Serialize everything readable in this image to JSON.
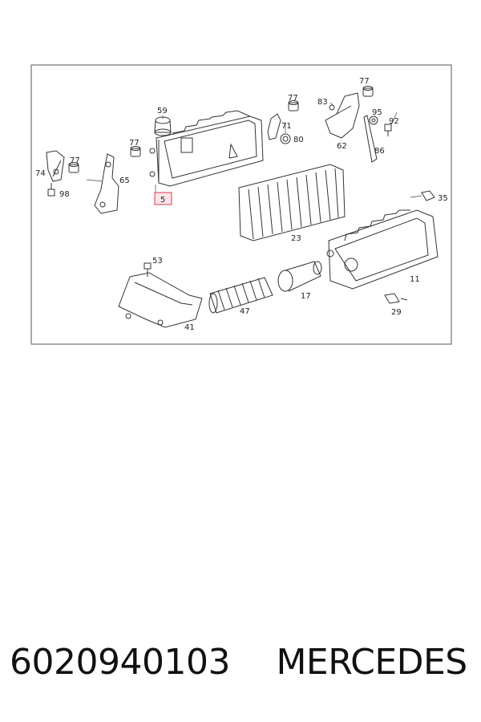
{
  "diagram": {
    "callouts": {
      "c59": "59",
      "c77a": "77",
      "c77b": "77",
      "c77c": "77",
      "c77d": "77",
      "c83": "83",
      "c95": "95",
      "c92": "92",
      "c71": "71",
      "c80": "80",
      "c62": "62",
      "c86": "86",
      "c74": "74",
      "c65": "65",
      "c98": "98",
      "c5": "5",
      "c35": "35",
      "c23": "23",
      "c53": "53",
      "c11": "11",
      "c17": "17",
      "c47": "47",
      "c41": "41",
      "c29": "29"
    },
    "highlighted_part": "5",
    "highlight_color": "#e05a6a"
  },
  "caption": {
    "part_number": "6020940103",
    "brand": "MERCEDES"
  }
}
